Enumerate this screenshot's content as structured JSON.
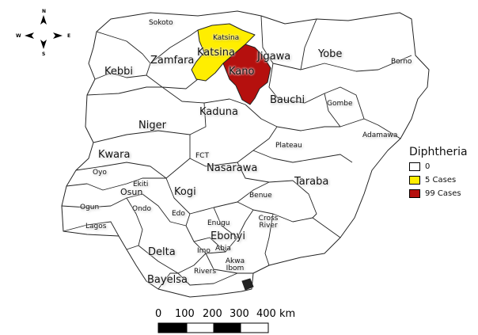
{
  "legend": {
    "title": "Diphtheria",
    "items": [
      {
        "label": "0",
        "color": "#ffffff"
      },
      {
        "label": "5 Cases",
        "color": "#ffee00"
      },
      {
        "label": "99 Cases",
        "color": "#b5100e"
      }
    ]
  },
  "compass": {
    "n": "N",
    "s": "S",
    "e": "E",
    "w": "W"
  },
  "scale": {
    "ticks": [
      "0",
      "100",
      "200",
      "300",
      "400 km"
    ]
  },
  "states": {
    "sokoto": "Sokoto",
    "katsina_top": "Katsina",
    "katsina": "Katsina",
    "zamfara": "Zamfara",
    "jigawa": "Jigawa",
    "yobe": "Yobe",
    "borno": "Borno",
    "kebbi": "Kebbi",
    "kano": "Kano",
    "bauchi": "Bauchi",
    "gombe": "Gombe",
    "kaduna": "Kaduna",
    "niger": "Niger",
    "adamawa": "Adamawa",
    "plateau": "Plateau",
    "kwara": "Kwara",
    "fct": "FCT",
    "nasarawa": "Nasarawa",
    "oyo": "Oyo",
    "ekiti": "Ekiti",
    "osun": "Osun",
    "kogi": "Kogi",
    "taraba": "Taraba",
    "benue": "Benue",
    "ogun": "Ogun",
    "ondo": "Ondo",
    "edo": "Edo",
    "enugu": "Enugu",
    "lagos": "Lagos",
    "ebonyi": "Ebonyi",
    "cross_river": "Cross River",
    "delta": "Delta",
    "imo": "Imo",
    "abia": "Abia",
    "akwa_ibom": "Akwa Ibom",
    "rivers": "Rivers",
    "bayelsa": "Bayelsa"
  }
}
